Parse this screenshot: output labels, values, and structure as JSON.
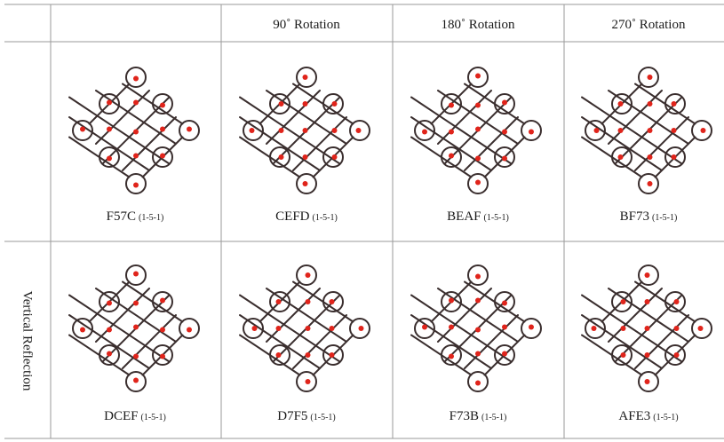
{
  "header": {
    "columns": [
      "",
      "",
      "90˚ Rotation",
      "180˚ Rotation",
      "270˚ Rotation"
    ]
  },
  "row_labels": [
    "",
    "Vertical Reflection"
  ],
  "colors": {
    "line": "#3a2e2e",
    "dot": "#e0241b",
    "grid": "#9a9a9a"
  },
  "cells": [
    {
      "code": "F57C",
      "suffix": "(1-5-1)",
      "dots": "ref"
    },
    {
      "code": "CEFD",
      "suffix": "(1-5-1)",
      "dots": "r90"
    },
    {
      "code": "BEAF",
      "suffix": "(1-5-1)",
      "dots": "r180"
    },
    {
      "code": "BF73",
      "suffix": "(1-5-1)",
      "dots": "r270"
    },
    {
      "code": "DCEF",
      "suffix": "(1-5-1)",
      "dots": "vref"
    },
    {
      "code": "D7F5",
      "suffix": "(1-5-1)",
      "dots": "vr90"
    },
    {
      "code": "F73B",
      "suffix": "(1-5-1)",
      "dots": "vr180"
    },
    {
      "code": "AFE3",
      "suffix": "(1-5-1)",
      "dots": "vr270"
    }
  ]
}
